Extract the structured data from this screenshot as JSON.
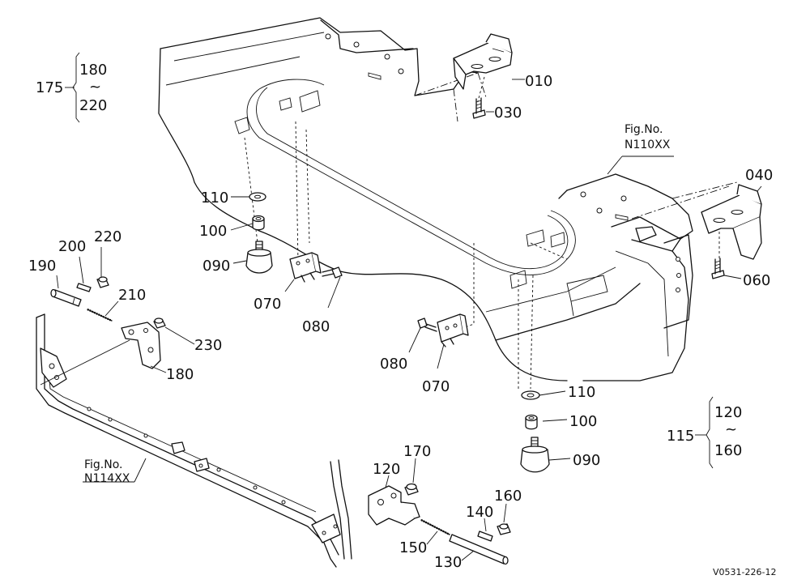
{
  "figure_refs": {
    "top_right": {
      "line1": "Fig.No.",
      "line2": "N110XX"
    },
    "bottom_left": {
      "line1": "Fig.No.",
      "line2": "N114XX"
    }
  },
  "groups": {
    "left": {
      "parent": "175",
      "from": "180",
      "tilde": "~",
      "to": "220"
    },
    "right": {
      "parent": "115",
      "from": "120",
      "tilde": "~",
      "to": "160"
    }
  },
  "callouts": {
    "p010": "010",
    "p030": "030",
    "p040": "040",
    "p060": "060",
    "p110a": "110",
    "p100a": "100",
    "p090a": "090",
    "p070a": "070",
    "p080a": "080",
    "p080b": "080",
    "p070b": "070",
    "p110b": "110",
    "p100b": "100",
    "p090b": "090",
    "p190": "190",
    "p200": "200",
    "p220": "220",
    "p210": "210",
    "p230": "230",
    "p180": "180",
    "p120": "120",
    "p170": "170",
    "p160": "160",
    "p140": "140",
    "p150": "150",
    "p130": "130"
  },
  "drawing_code": "V0531-226-12"
}
